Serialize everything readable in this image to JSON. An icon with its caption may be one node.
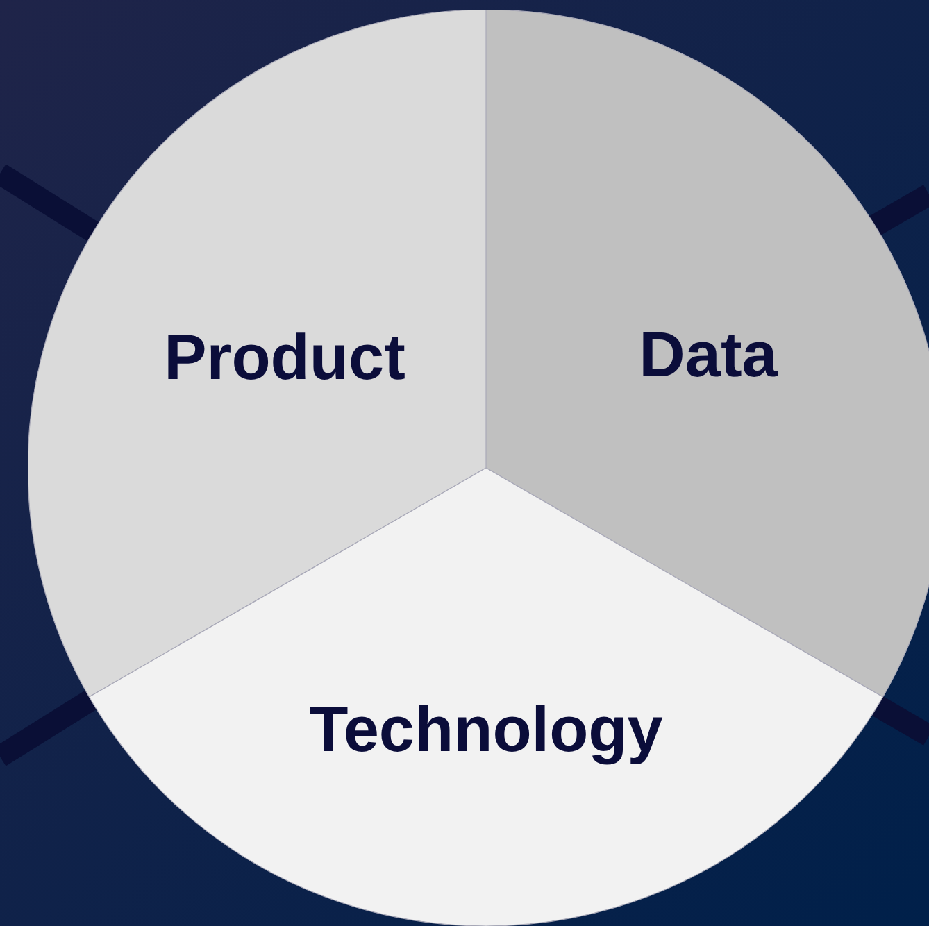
{
  "diagram": {
    "nodes": [
      {
        "text": [
          "Product"
        ]
      },
      {
        "text": [
          "Data"
        ]
      },
      {
        "text": [
          "Technology"
        ]
      }
    ]
  }
}
